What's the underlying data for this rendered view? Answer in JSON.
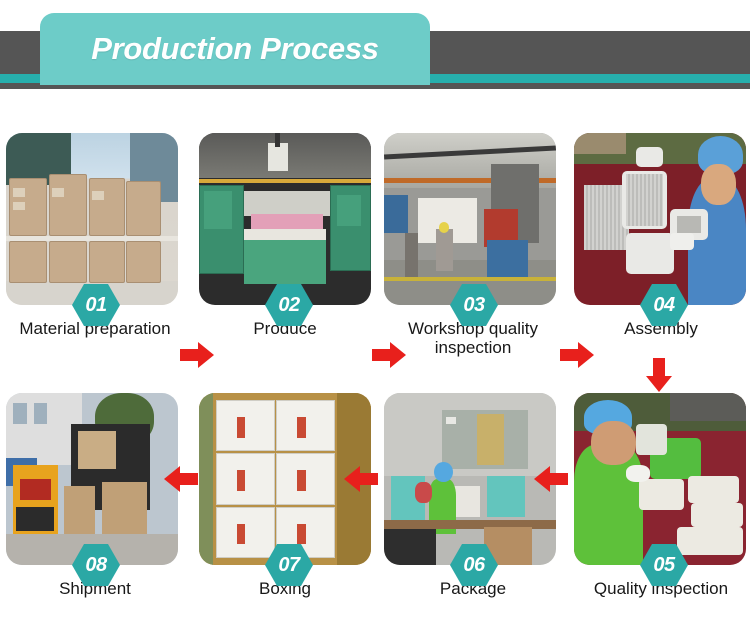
{
  "header": {
    "title": "Production Process",
    "plate_color": "#6DCCC8",
    "bar_color": "#555555",
    "underline_color": "#27AFAD"
  },
  "theme": {
    "badge_color": "#2BA8A5",
    "arrow_color": "#E8201C",
    "caption_color": "#181818",
    "card_radius": "16px"
  },
  "steps": [
    {
      "number": "01",
      "label": "Material preparation",
      "image_alt": "stacked cardboard cartons on pallets in warehouse yard",
      "row": 1,
      "column": 1
    },
    {
      "number": "02",
      "label": "Produce",
      "image_alt": "green injection molding machines on factory production line",
      "row": 1,
      "column": 2
    },
    {
      "number": "03",
      "label": "Workshop quality inspection",
      "image_alt": "worker inspecting parts at workbench in machine workshop",
      "row": 1,
      "column": 3
    },
    {
      "number": "04",
      "label": "Assembly",
      "image_alt": "worker in blue cap and uniform assembling white molded parts",
      "row": 1,
      "column": 4
    },
    {
      "number": "05",
      "label": "Quality inspection",
      "image_alt": "worker in green shirt and blue cap checking green molded trays",
      "row": 2,
      "column": 4
    },
    {
      "number": "06",
      "label": "Package",
      "image_alt": "workers in green shirts stacking teal packages at packing table",
      "row": 2,
      "column": 3
    },
    {
      "number": "07",
      "label": "Boxing",
      "image_alt": "open cardboard carton filled with six printed white retail boxes",
      "row": 2,
      "column": 2
    },
    {
      "number": "08",
      "label": "Shipment",
      "image_alt": "forklift loading pallets of cartons into a shipping container truck",
      "row": 2,
      "column": 1
    }
  ],
  "arrows": [
    {
      "name": "arrow-step-01-to-02",
      "direction": "right"
    },
    {
      "name": "arrow-step-02-to-03",
      "direction": "right"
    },
    {
      "name": "arrow-step-03-to-04",
      "direction": "right"
    },
    {
      "name": "arrow-step-04-to-05",
      "direction": "down"
    },
    {
      "name": "arrow-step-05-to-06",
      "direction": "left"
    },
    {
      "name": "arrow-step-06-to-07",
      "direction": "left"
    },
    {
      "name": "arrow-step-07-to-08",
      "direction": "left"
    }
  ]
}
